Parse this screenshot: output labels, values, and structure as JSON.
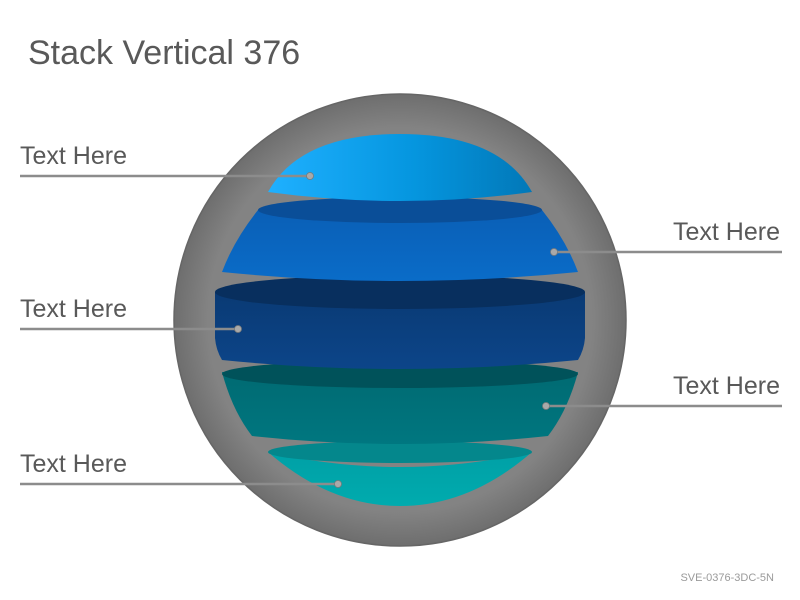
{
  "title": "Stack Vertical 376",
  "code": "SVE-0376-3DC-5N",
  "colors": {
    "outer_circle": "#7f7f7f",
    "leader_line": "#8c8c8c",
    "slice_1": "#0090d8",
    "slice_2": "#0a64bd",
    "slice_3": "#0b3f7c",
    "slice_4": "#006f78",
    "slice_5": "#00a4a8"
  },
  "layers": [
    {
      "label": "Text Here",
      "side": "left"
    },
    {
      "label": "Text Here",
      "side": "right"
    },
    {
      "label": "Text Here",
      "side": "left"
    },
    {
      "label": "Text Here",
      "side": "right"
    },
    {
      "label": "Text Here",
      "side": "left"
    }
  ]
}
